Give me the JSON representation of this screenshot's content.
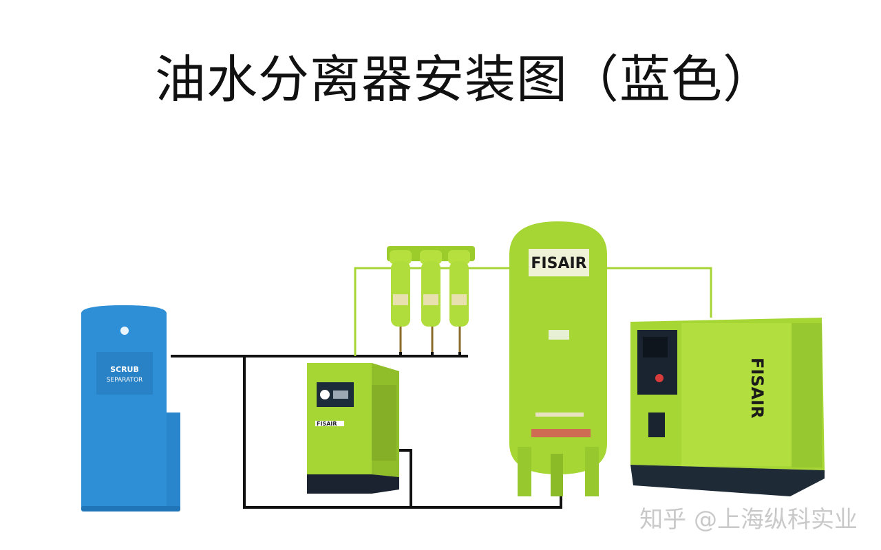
{
  "title": "油水分离器安装图（蓝色）",
  "watermark": "知乎 @上海纵科实业",
  "brand_colors": {
    "separator_blue": "#2e8fd6",
    "equipment_green": "#a6d634",
    "pipe_black": "#111111",
    "pipe_green": "#a6d634",
    "base_dark": "#1e2a36"
  },
  "components": [
    {
      "id": "oil-water-separator",
      "icon": "blue-cylinder-tank",
      "label": "SCRUB / SEPARATOR"
    },
    {
      "id": "refrigerated-dryer",
      "icon": "dryer-unit",
      "label": "FISAIR"
    },
    {
      "id": "line-filters",
      "icon": "three-filters"
    },
    {
      "id": "air-receiver-tank",
      "icon": "vertical-tank",
      "label": "FISAIR"
    },
    {
      "id": "screw-compressor",
      "icon": "compressor-cabinet",
      "label": "FISAIR"
    }
  ]
}
